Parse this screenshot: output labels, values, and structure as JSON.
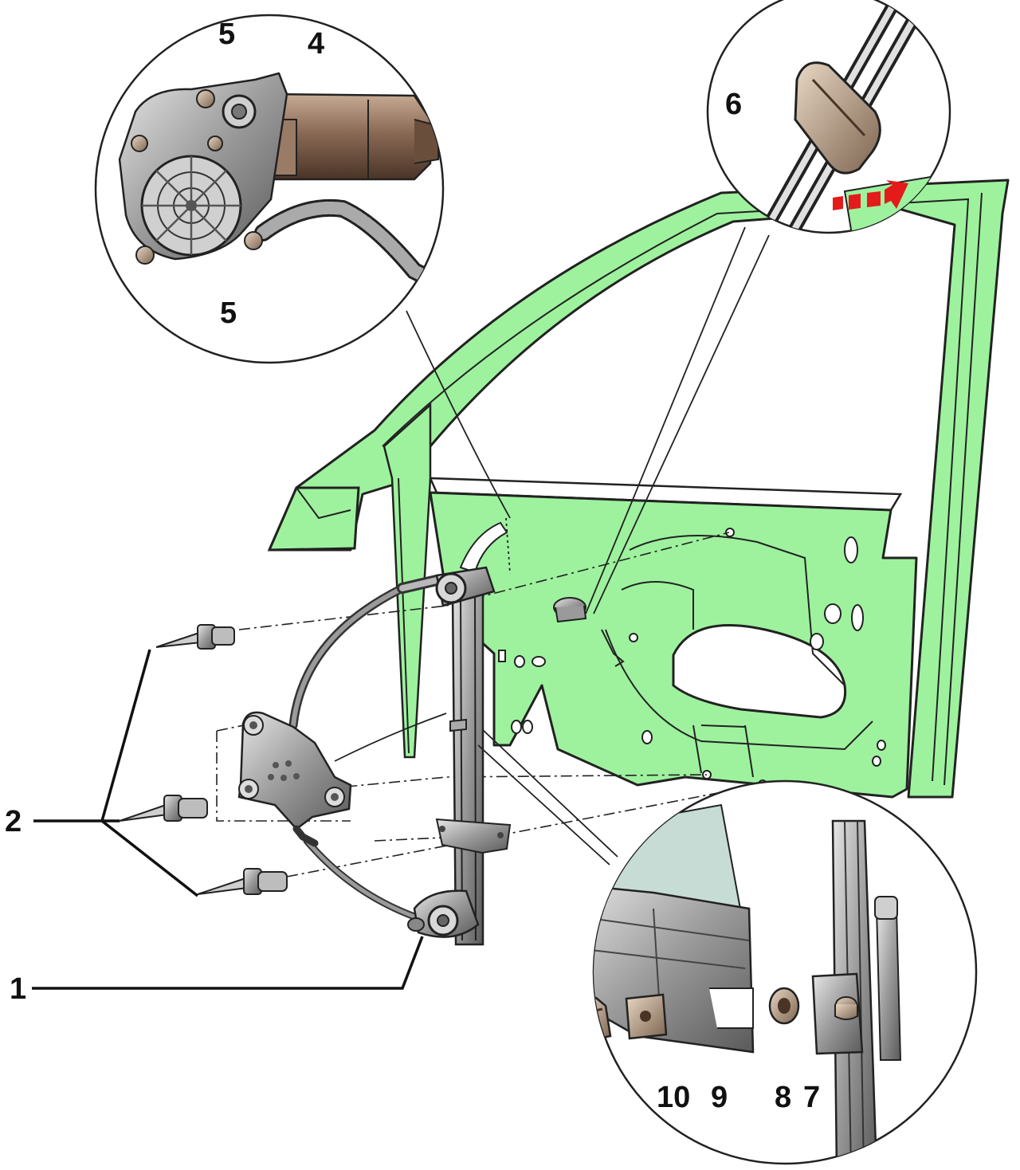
{
  "callouts": {
    "c1": "1",
    "c2": "2",
    "c4": "4",
    "c5_top": "5",
    "c5_bottom": "5",
    "c6": "6",
    "c7": "7",
    "c8": "8",
    "c9": "9",
    "c10": "10"
  },
  "colors": {
    "door_panel": "#9ef29e",
    "outline": "#222222",
    "metal": "#b8b8b8",
    "motor_bronze": "#8a6a55",
    "arrow_red": "#e51a1a",
    "glass": "#c7dcd5"
  },
  "icons": {
    "direction_arrow": "red-dashed-arrow-icon"
  }
}
